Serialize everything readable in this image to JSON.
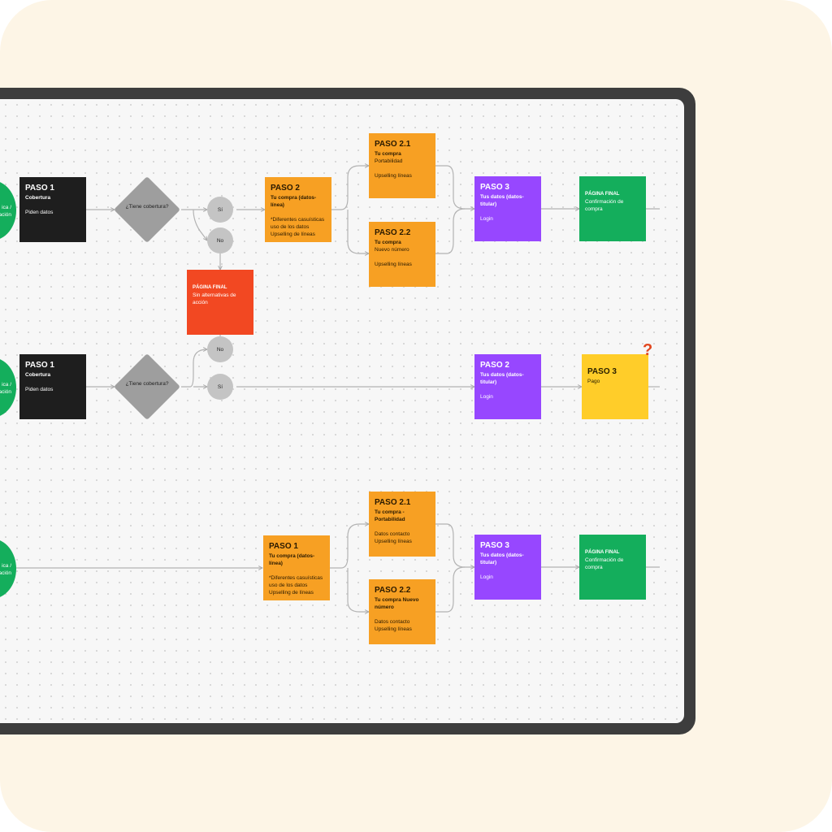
{
  "flow1": {
    "start_label": [
      "ica /",
      "ación"
    ],
    "paso1": {
      "title": "PASO 1",
      "subtitle": "Cobertura",
      "desc": "Piden datos"
    },
    "decision": "¿Tiene cobertura?",
    "yes": "Sí",
    "no": "No",
    "paso2": {
      "title": "PASO 2",
      "subtitle": "Tu compra (datos-línea)",
      "desc": "*Diferentes casuísticas uso de los datos Upselling de líneas"
    },
    "paso21": {
      "title": "PASO 2.1",
      "subtitle": "Tu compra",
      "desc1": "Portabilidad",
      "desc2": "Upselling líneas"
    },
    "paso22": {
      "title": "PASO 2.2",
      "subtitle": "Tu compra",
      "desc1": "Nuevo número",
      "desc2": "Upselling líneas"
    },
    "paso3": {
      "title": "PASO 3",
      "subtitle": "Tus datos (datos-titular)",
      "desc": "Login"
    },
    "final": {
      "title": "PÁGINA FINAL",
      "desc": "Confirmación de compra"
    }
  },
  "fail": {
    "title": "PÁGINA FINAL",
    "desc": "Sin alternativas de acción"
  },
  "flow2": {
    "start_label": [
      "ica /",
      "ación"
    ],
    "paso1": {
      "title": "PASO 1",
      "subtitle": "Cobertura",
      "desc": "Piden datos"
    },
    "decision": "¿Tiene cobertura?",
    "no": "No",
    "yes": "Sí",
    "paso2": {
      "title": "PASO 2",
      "subtitle": "Tus datos (datos-titular)",
      "desc": "Login"
    },
    "paso3": {
      "title": "PASO 3",
      "desc": "Pago"
    },
    "question_mark": "?"
  },
  "flow3": {
    "start_label": [
      "ica /",
      "ación"
    ],
    "paso1": {
      "title": "PASO 1",
      "subtitle": "Tu compra (datos-línea)",
      "desc": "*Diferentes casuísticas uso de los datos Upselling de líneas"
    },
    "paso21": {
      "title": "PASO 2.1",
      "subtitle": "Tu compra - Portabilidad",
      "desc1": "Datos contacto",
      "desc2": "Upselling líneas"
    },
    "paso22": {
      "title": "PASO 2.2",
      "subtitle": "Tu compra Nuevo número",
      "desc1": "Datos contacto",
      "desc2": "Upselling líneas"
    },
    "paso3": {
      "title": "PASO 3",
      "subtitle": "Tus datos (datos-titular)",
      "desc": "Login"
    },
    "final": {
      "title": "PÁGINA FINAL",
      "desc": "Confirmación de compra"
    }
  },
  "colors": {
    "background": "#fdf5e6",
    "frame": "#3d3d3d",
    "canvas": "#f7f7f7",
    "dark": "#1e1e1e",
    "orange": "#f7a023",
    "purple": "#9747ff",
    "green": "#14ae5c",
    "red": "#f24822",
    "yellow": "#ffcd29",
    "decision": "#9e9e9e",
    "connector": "#b3b3b3"
  }
}
